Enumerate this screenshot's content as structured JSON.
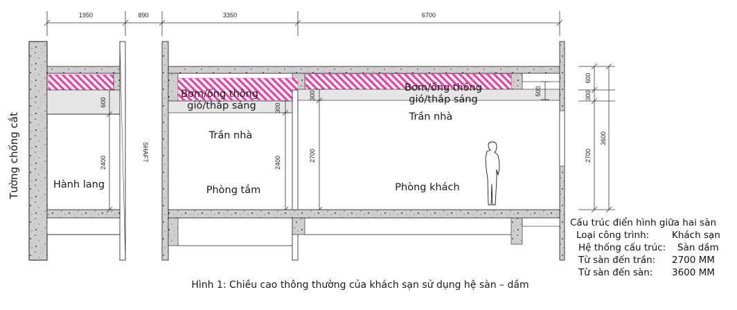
{
  "colors": {
    "concrete": "#cdcdcd",
    "concrete_dark": "#8a8a8a",
    "plenum": "#e6e6e6",
    "hatch": "#ee3aa8",
    "line": "#1a1a1a"
  },
  "dimensions_top": [
    "1950",
    "890",
    "3350",
    "6700"
  ],
  "dimensions_vertical": {
    "corridor_plenum": "600",
    "corridor_height": "2400",
    "bath_ceiling": "300",
    "bath_height": "2400",
    "living_ceiling": "300",
    "living_height": "2700",
    "beam_depth": "500",
    "right_plenum": "600",
    "right_ceiling": "300",
    "right_height": "2700",
    "floor_to_floor": "3600"
  },
  "labels": {
    "wall_label": "Tường chống cắt",
    "shaft": "SHAFT",
    "corridor": "Hành lang",
    "bathroom": "Phòng tắm",
    "living_room": "Phòng khách",
    "ceiling_bath": "Trần nhà",
    "ceiling_living": "Trần nhà",
    "mep_bath_line1": "Bơm/ống thông",
    "mep_bath_line2": "gió/thắp sáng",
    "mep_living_line1": "Bơm/ống thông",
    "mep_living_line2": "gió/thắp sáng"
  },
  "info": {
    "title": "Cấu trúc điển hình giữa hai sàn",
    "rows": [
      {
        "key": "Loại công trình:",
        "value": "Khách sạn"
      },
      {
        "key": "Hệ thống cấu trúc:",
        "value": "Sàn dầm"
      },
      {
        "key": "Từ sàn đến trần:",
        "value": "2700 MM"
      },
      {
        "key": "Từ sàn đến sàn:",
        "value": "3600 MM"
      }
    ]
  },
  "caption": "Hình 1: Chiều cao thông thường của khách sạn sử dụng hệ sàn – dầm"
}
